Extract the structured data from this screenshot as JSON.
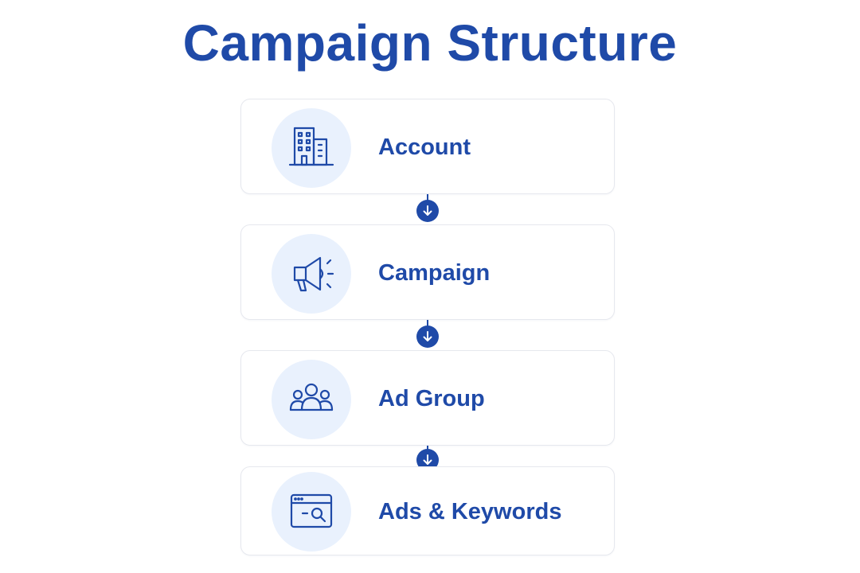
{
  "title": "Campaign Structure",
  "colors": {
    "primary": "#1f4aa8",
    "icon_bg": "#e9f1fd",
    "card_border": "#e6e8ee"
  },
  "steps": [
    {
      "label": "Account",
      "icon": "building-icon"
    },
    {
      "label": "Campaign",
      "icon": "megaphone-icon"
    },
    {
      "label": "Ad Group",
      "icon": "people-group-icon"
    },
    {
      "label": "Ads & Keywords",
      "icon": "browser-search-icon"
    }
  ],
  "connectors": [
    {
      "icon": "arrow-down-icon"
    },
    {
      "icon": "arrow-down-icon"
    },
    {
      "icon": "arrow-down-icon"
    }
  ]
}
